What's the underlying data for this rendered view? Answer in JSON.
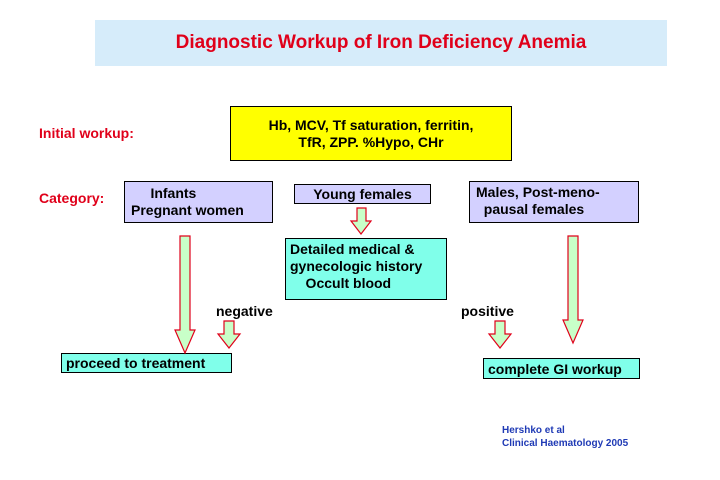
{
  "title": "Diagnostic Workup of Iron Deficiency Anemia",
  "labels": {
    "initial": "Initial workup:",
    "category": "Category:"
  },
  "boxes": {
    "initial_tests": "Hb, MCV, Tf saturation, ferritin,\nTfR, ZPP. %Hypo, CHr",
    "infants_pregnant": "     Infants\nPregnant women",
    "young_females": "Young females",
    "males_postmenopausal": "Males, Post-meno-\n  pausal females",
    "history": "Detailed medical &\ngynecologic history\n    Occult blood",
    "treatment": "proceed to treatment",
    "gi_workup": "complete GI workup"
  },
  "branches": {
    "negative": "negative",
    "positive": "positive"
  },
  "citation": {
    "line1": "Hershko et al",
    "line2": "Clinical Haematology  2005"
  },
  "colors": {
    "title_text": "#e0001a",
    "title_bg": "#d6ecfa",
    "initial_box": "#ffff00",
    "category_box": "#d3d0ff",
    "action_box": "#80ffea",
    "arrow_fill": "#c8ffc8",
    "citation": "#1f3ab5"
  }
}
